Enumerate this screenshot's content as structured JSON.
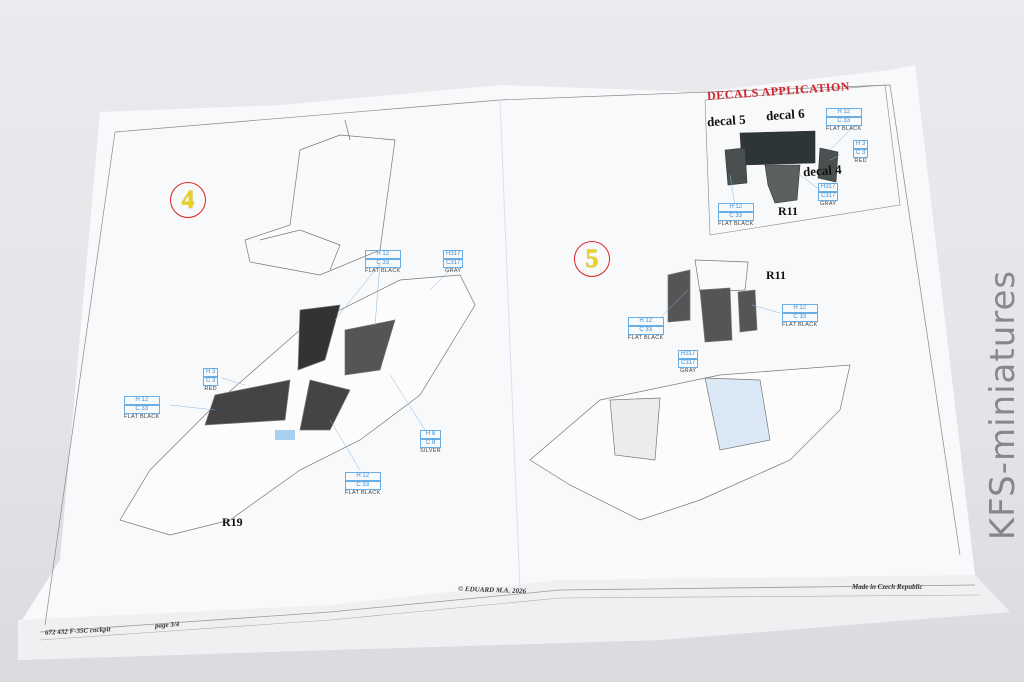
{
  "sheet": {
    "step4": "4",
    "step5": "5",
    "decals_title": "DECALS APPLICATION",
    "decal5": "decal 5",
    "decal6": "decal 6",
    "decal4": "decal 4",
    "part_r11_top": "R11",
    "part_r11": "R11",
    "part_r19": "R19",
    "paints": [
      {
        "h": "H 12",
        "c": "C 33",
        "name": "FLAT BLACK"
      },
      {
        "h": "H 3",
        "c": "C 3",
        "name": "RED"
      },
      {
        "h": "H317",
        "c": "C317",
        "name": "GRAY"
      },
      {
        "h": "H 8",
        "c": "C 8",
        "name": "SILVER"
      }
    ],
    "footer_code": "672 432  F-35C cockpit",
    "footer_page": "page 3/4",
    "copyright": "© EDUARD  M.A. 2026",
    "made_in": "Made in Czech Republic"
  },
  "watermark": "KFS-miniatures"
}
